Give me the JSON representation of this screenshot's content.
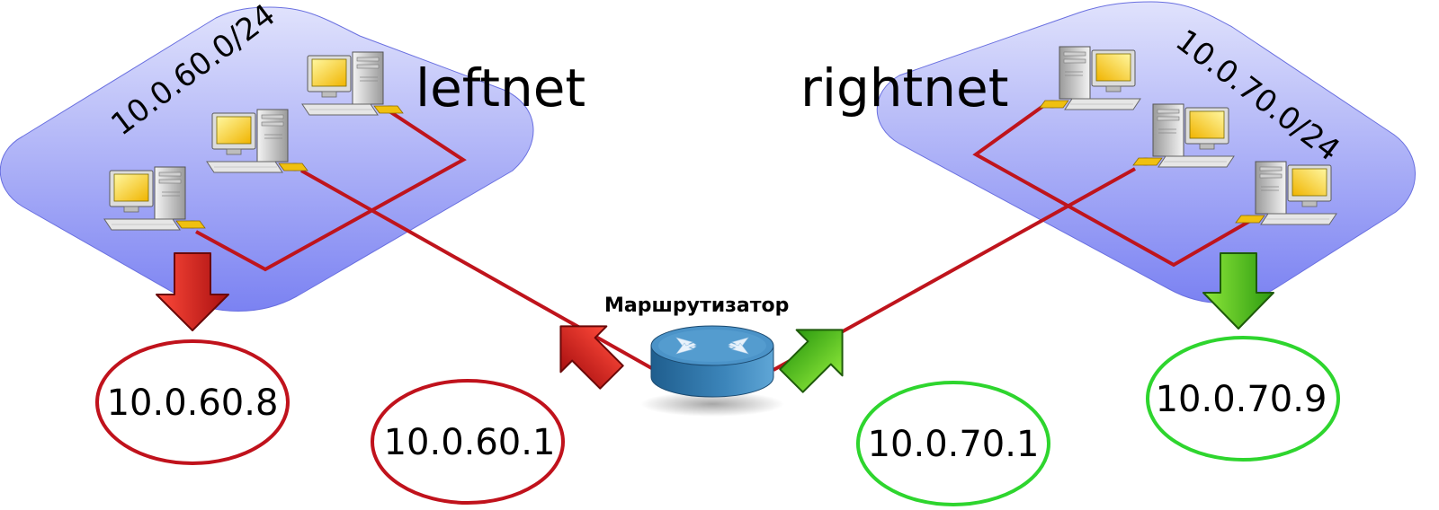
{
  "networks": {
    "left": {
      "name": "leftnet",
      "subnet": "10.0.60.0/24",
      "host_ip": "10.0.60.8",
      "gateway_ip": "10.0.60.1"
    },
    "right": {
      "name": "rightnet",
      "subnet": "10.0.70.0/24",
      "host_ip": "10.0.70.9",
      "gateway_ip": "10.0.70.1"
    }
  },
  "router": {
    "label": "Маршрутизатор"
  },
  "colors": {
    "left_accent": "#c0121c",
    "right_accent": "#2ed52e",
    "cable": "#bf141c",
    "cloud_top": "#d7d9fb",
    "cloud_bottom": "#7f86f4",
    "router_body": "#3b7fb0"
  },
  "icons": [
    "computer-icon",
    "router-icon",
    "arrow-down-icon",
    "arrow-diagonal-icon"
  ]
}
